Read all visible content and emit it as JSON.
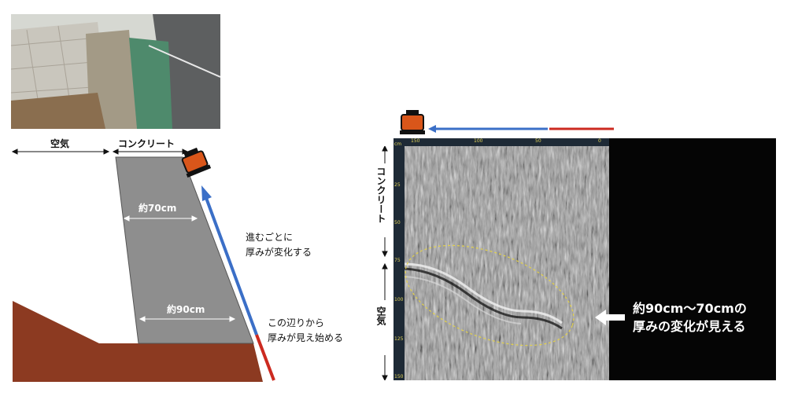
{
  "left_diagram": {
    "label_air": "空気",
    "label_concrete": "コンクリート",
    "width_top": "約70cm",
    "width_bottom": "約90cm",
    "note_progress": [
      "進むごとに",
      "厚みが変化する"
    ],
    "note_start": [
      "この辺りから",
      "厚みが見え始める"
    ]
  },
  "radar": {
    "axis_label_concrete": "コンクリート",
    "axis_label_air": "空気",
    "top_ticks": [
      "150",
      "100",
      "50",
      "0"
    ],
    "left_ticks": [
      "cm",
      "25",
      "50",
      "75",
      "100",
      "125",
      "150"
    ],
    "result_note": [
      "約90cm～70cmの",
      "厚みの変化が見える"
    ]
  },
  "colors": {
    "concrete": "#8e8e8e",
    "ground": "#8c3a21",
    "arrow_blue": "#3b6fc7",
    "arrow_red": "#cc2a20",
    "device_orange": "#d9561a",
    "ellipse": "#e4d24a"
  }
}
